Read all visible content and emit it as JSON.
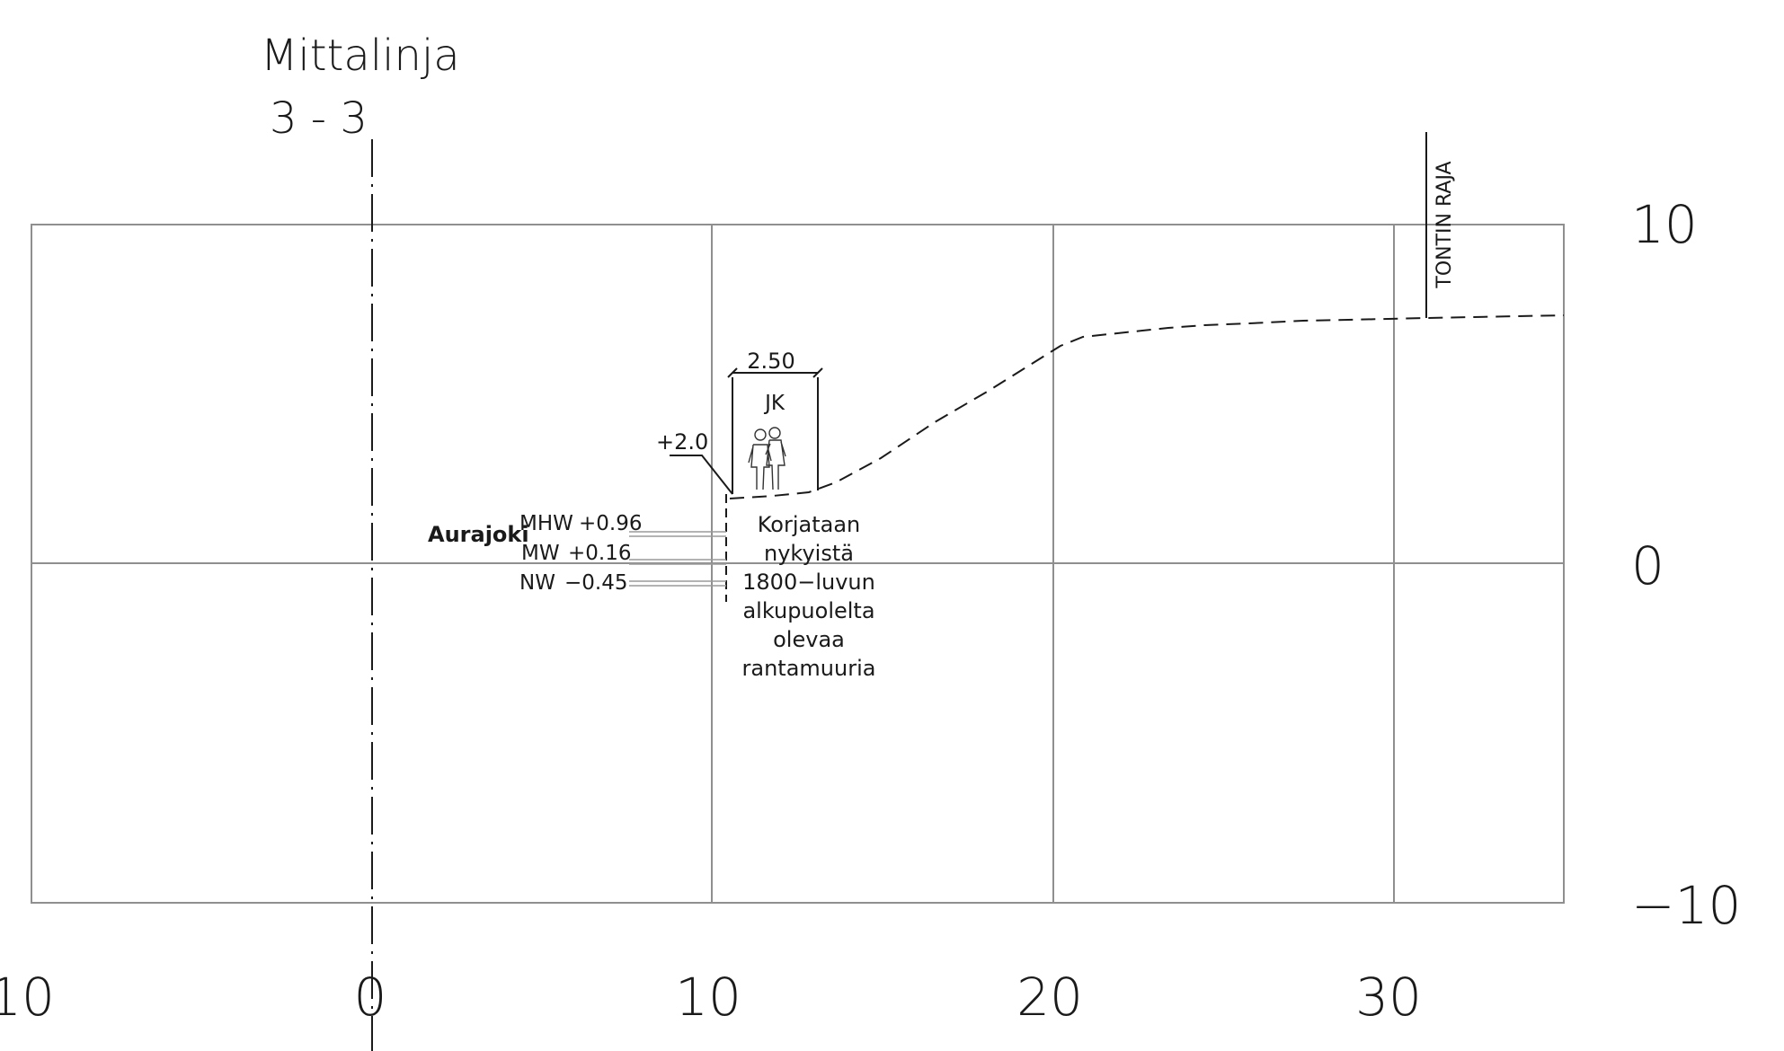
{
  "section_title": {
    "line1": "Mittalinja",
    "line2": "3 - 3"
  },
  "x_axis_ticks": [
    "10",
    "0",
    "10",
    "20",
    "30"
  ],
  "y_axis_ticks": [
    "10",
    "0",
    "−10"
  ],
  "property_boundary_label": "TONTIN RAJA",
  "river_name": "Aurajoki",
  "water_levels": [
    {
      "label": "MHW",
      "value": "+0.96"
    },
    {
      "label": "MW",
      "value": "+0.16"
    },
    {
      "label": "NW",
      "value": "−0.45"
    }
  ],
  "path_dimension": "2.50",
  "path_label": "JK",
  "path_level": "+2.0",
  "wall_note": [
    "Korjataan",
    "nykyistä",
    "1800−luvun",
    "alkupuolelta",
    "olevaa",
    "rantamuuria"
  ],
  "pedestrian_figures_icon": "pedestrians-icon",
  "colors": {
    "grid": "#8f8f8f",
    "ink": "#1a1a1a",
    "background": "#ffffff"
  }
}
